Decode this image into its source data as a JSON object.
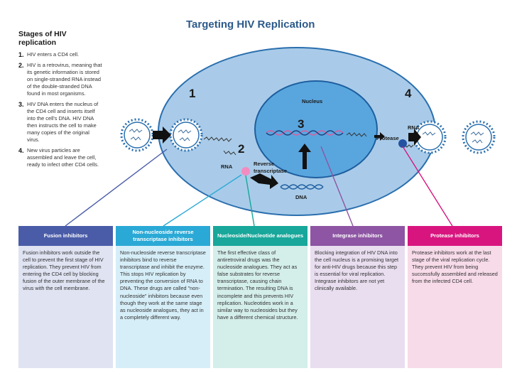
{
  "title": "Targeting HIV Replication",
  "stages": {
    "heading": "Stages of HIV replication",
    "items": [
      {
        "num": "1.",
        "text": "HIV enters a CD4 cell."
      },
      {
        "num": "2.",
        "text": "HIV is a retrovirus, meaning that its genetic information is stored on single-stranded RNA instead of the double-stranded DNA found in most organisms."
      },
      {
        "num": "3.",
        "text": "HIV DNA enters the nucleus of the CD4 cell and inserts itself into the cell's DNA. HIV DNA then instructs the cell to make many copies of the original virus."
      },
      {
        "num": "4.",
        "text": "New virus particles are assembled and leave the cell, ready to infect other CD4 cells."
      }
    ]
  },
  "diagram": {
    "step1": "1",
    "step2": "2",
    "step3": "3",
    "step4": "4",
    "nucleus": "Nucleus",
    "rna_left": "RNA",
    "rna_right": "RNA",
    "reverse_transcriptase": "Reverse transcriptase",
    "dna": "DNA",
    "protease": "Protease"
  },
  "colors": {
    "fusion": "#4a5ca8",
    "nnrti": "#2aa9d6",
    "nucleoside": "#18a79a",
    "integrase": "#8d55a3",
    "protease": "#d8157f"
  },
  "columns": [
    {
      "id": "fusion",
      "header": "Fusion inhibitors",
      "color": "#4a5ca8",
      "bg": "#dfe3f2",
      "text": "Fusion inhibitors work outside the cell to prevent the first stage of HIV replication. They prevent HIV from entering the CD4 cell by blocking fusion of the outer membrane of the virus with the cell membrane."
    },
    {
      "id": "nnrti",
      "header": "Non-nucleoside reverse transcriptase inhibitors",
      "color": "#2aa9d6",
      "bg": "#d6eef8",
      "text": "Non-nucleoside reverse transcriptase inhibitors bind to reverse transcriptase and inhibit the enzyme. This stops HIV replication by preventing the conversion of RNA to DNA. These drugs are called \"non-nucleoside\" inhibitors because even though they work at the same stage as nucleoside analogues, they act in a completely different way."
    },
    {
      "id": "nucleoside",
      "header": "Nucleoside/Nucleotide analogues",
      "color": "#18a79a",
      "bg": "#d4eeea",
      "text": "The first effective class of antiretroviral drugs was the nucleoside analogues. They act as false substrates for reverse transcriptase, causing chain termination. The resulting DNA is incomplete and this prevents HIV replication. Nucleotides work in a similar way to nucleosides but they have a different chemical structure."
    },
    {
      "id": "integrase",
      "header": "Integrase inhibitors",
      "color": "#8d55a3",
      "bg": "#e9def0",
      "text": "Blocking integration of HIV DNA into the cell nucleus is a promising target for anti-HIV drugs because this step is essential for viral replication. Integrase inhibitors are not yet clinically available."
    },
    {
      "id": "protease",
      "header": "Protease inhibitors",
      "color": "#d8157f",
      "bg": "#f7dbe9",
      "text": "Protease inhibitors work at the last stage of the viral replication cycle. They prevent HIV from being successfully assembled and released from the infected CD4 cell."
    }
  ]
}
